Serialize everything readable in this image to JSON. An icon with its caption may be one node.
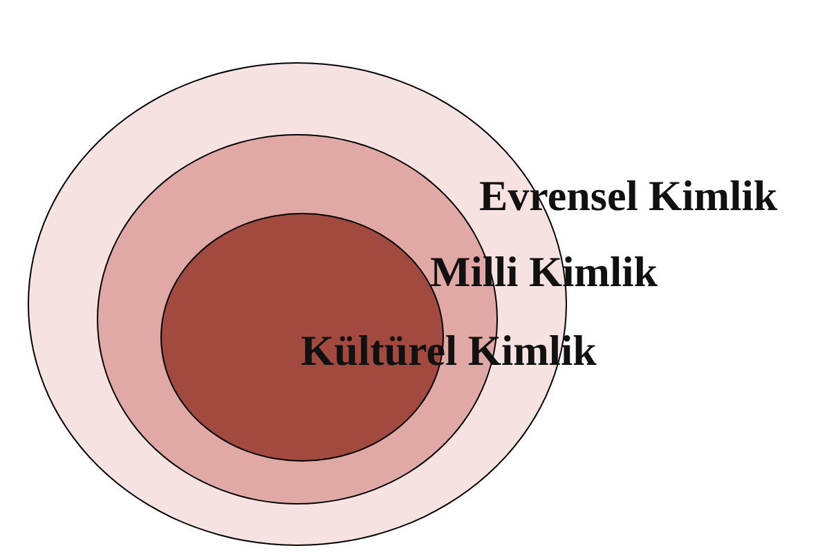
{
  "diagram": {
    "nodes": [
      {
        "text": [
          "Evrensel Kimlik"
        ]
      },
      {
        "text": [
          "Milli Kimlik"
        ],
        "in": 0
      },
      {
        "text": [
          "Kültürel Kimlik"
        ],
        "in": 1
      }
    ]
  }
}
